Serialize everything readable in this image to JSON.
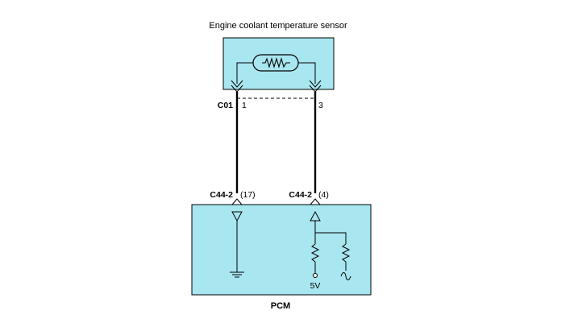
{
  "diagram": {
    "title": "Engine coolant temperature sensor",
    "sensor_connector": {
      "id": "C01",
      "pin_left": "1",
      "pin_right": "3"
    },
    "pcm_connector_left": {
      "id": "C44-2",
      "pin": "(17)"
    },
    "pcm_connector_right": {
      "id": "C44-2",
      "pin": "(4)"
    },
    "supply_voltage": "5V",
    "module_label": "PCM",
    "colors": {
      "box_fill": "#a8e6f0",
      "stroke": "#000000"
    },
    "icons": [
      "thermistor-icon",
      "ground-icon",
      "resistor-icon",
      "ac-source-icon"
    ]
  }
}
